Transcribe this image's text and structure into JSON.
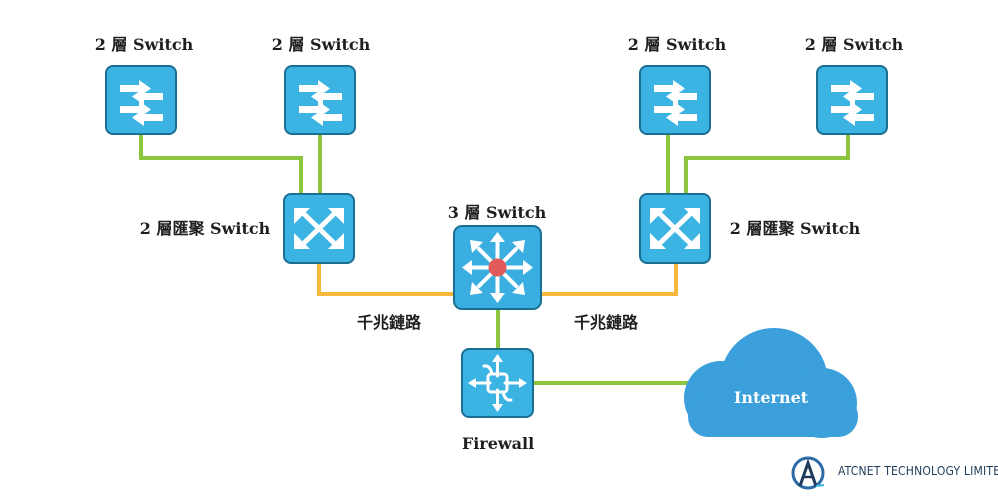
{
  "diagram": {
    "switches_l2": [
      {
        "label": "2 層 Switch"
      },
      {
        "label": "2 層 Switch"
      },
      {
        "label": "2 層 Switch"
      },
      {
        "label": "2 層 Switch"
      }
    ],
    "aggregation": [
      {
        "label": "2 層匯聚 Switch"
      },
      {
        "label": "2 層匯聚 Switch"
      }
    ],
    "core": {
      "label": "3 層 Switch"
    },
    "gigabit_links": [
      {
        "label": "千兆鏈路"
      },
      {
        "label": "千兆鏈路"
      }
    ],
    "firewall": {
      "label": "Firewall"
    },
    "internet": {
      "label": "Internet"
    }
  },
  "brand": {
    "name": "ATCNET TECHNOLOGY LIMITED"
  },
  "colors": {
    "device_fill": "#3bb3e3",
    "device_border": "#1b6f93",
    "core_fill": "#3aaee0",
    "access_link": "#8cc63f",
    "gigabit_link": "#f6b93b",
    "cloud": "#3a9fdb",
    "core_dot": "#e05a5a"
  },
  "icons": {
    "l2_switch": "four-arrows-switch-icon",
    "aggregation": "cross-arrows-switch-icon",
    "core": "radial-arrows-router-icon",
    "firewall": "firewall-icon",
    "cloud": "cloud-icon",
    "logo": "atcnet-logo-icon"
  }
}
